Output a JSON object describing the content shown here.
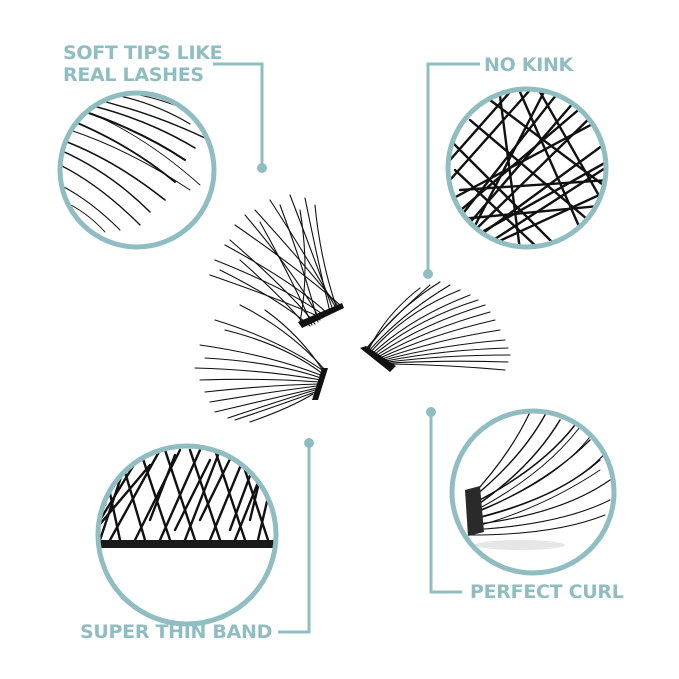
{
  "colors": {
    "accent": "#8fbdc1",
    "lash": "#1a1a1a",
    "background": "#ffffff"
  },
  "features": [
    {
      "id": "soft-tips",
      "label_lines": [
        "SOFT TIPS LIKE",
        "REAL LASHES"
      ]
    },
    {
      "id": "no-kink",
      "label_lines": [
        "NO KINK"
      ]
    },
    {
      "id": "super-thin-band",
      "label_lines": [
        "SUPER THIN BAND"
      ]
    },
    {
      "id": "perfect-curl",
      "label_lines": [
        "PERFECT CURL"
      ]
    }
  ],
  "center_image": {
    "description": "Three cluster eyelash extension segments arranged in center",
    "cluster_count": 3
  }
}
